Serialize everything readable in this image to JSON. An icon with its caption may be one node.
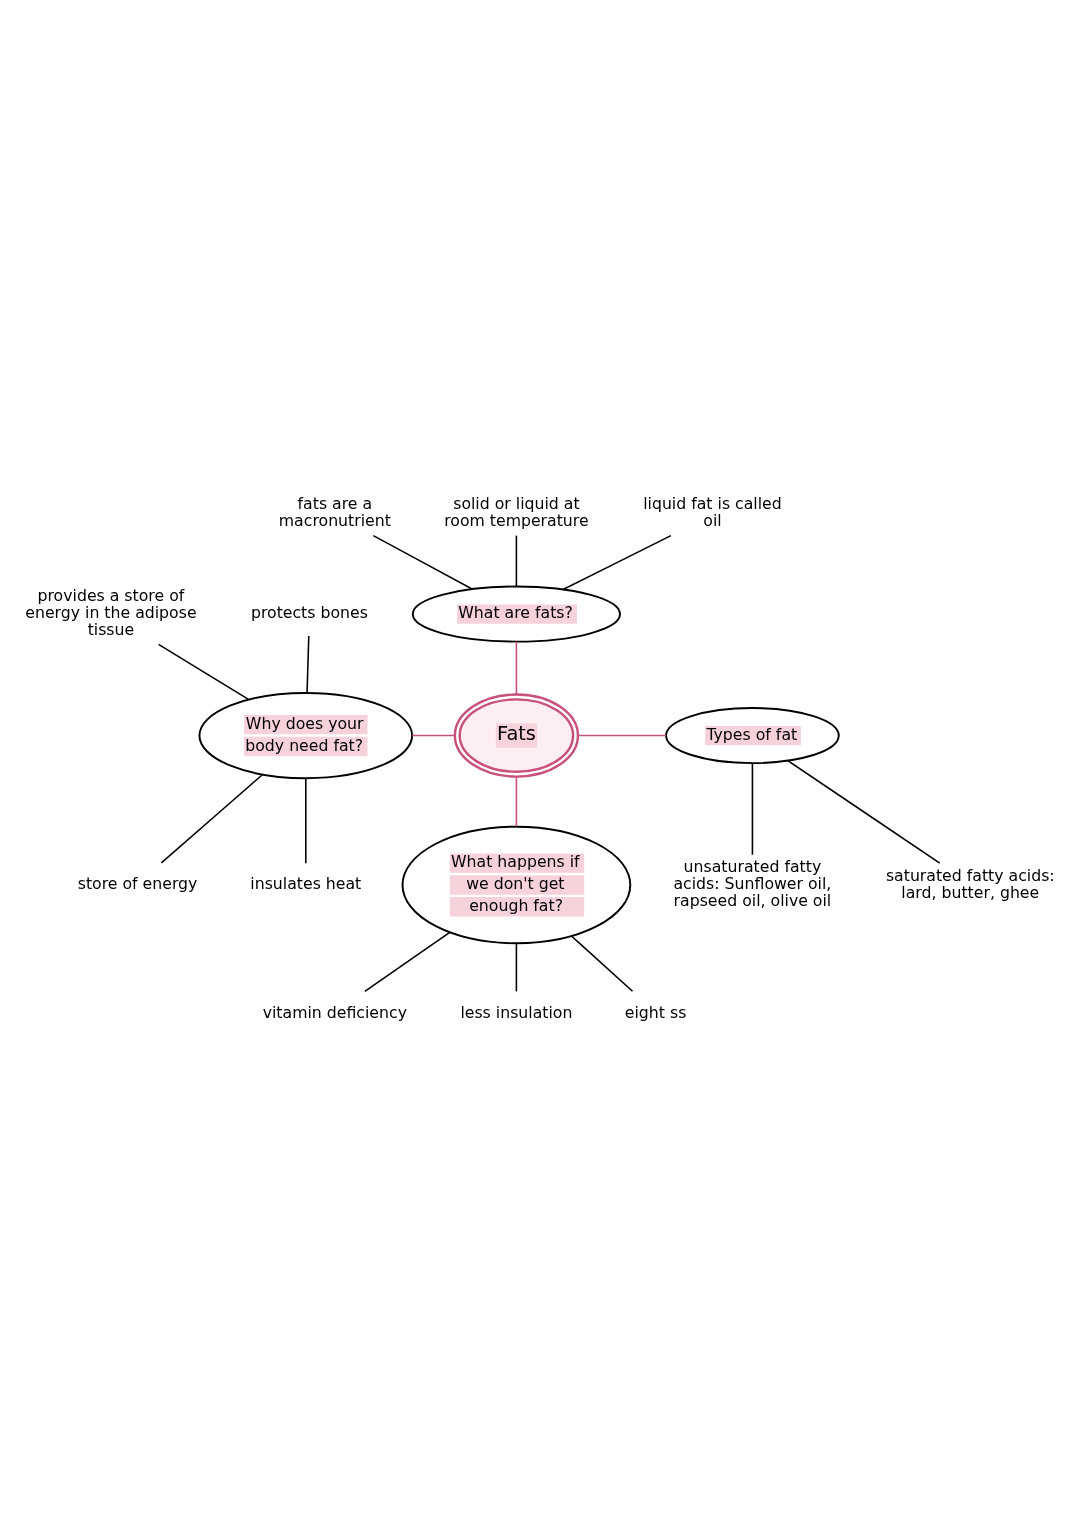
{
  "diagram": {
    "nodes": [
      {
        "text": [
          "Fats"
        ]
      },
      {
        "text": [
          "Why does your body need fat?"
        ]
      },
      {
        "text": [
          "What are fats?"
        ]
      },
      {
        "text": [
          "What happens if we don't get enough fat?"
        ]
      },
      {
        "text": [
          "Types of fat"
        ]
      },
      {
        "text": [
          "provides a store of energy in the adipose tissue"
        ]
      },
      {
        "text": [
          "protects bones"
        ]
      },
      {
        "text": [
          "store of energy"
        ]
      },
      {
        "text": [
          "insulates heat"
        ]
      },
      {
        "text": [
          "fats are a macronutrient"
        ]
      },
      {
        "text": [
          "solid or liquid at room temperature"
        ]
      },
      {
        "text": [
          "liquid fat is called oil"
        ]
      },
      {
        "text": [
          "vitamin deficiency"
        ]
      },
      {
        "text": [
          "less insulation"
        ]
      },
      {
        "text": [
          "eight ss"
        ]
      },
      {
        "text": [
          "saturated fatty acids: lard, butter, ghee"
        ]
      },
      {
        "text": [
          "unsaturated fatty acids: Sunflower oil, rapseed oil, olive oil"
        ]
      }
    ],
    "edges": [
      {
        "from": 0,
        "to": 1,
        "arrow": "none",
        "color": "#c8507a"
      },
      {
        "from": 0,
        "to": 2,
        "arrow": "none",
        "color": "#c8507a"
      },
      {
        "from": 0,
        "to": 3,
        "arrow": "none",
        "color": "#c8507a"
      },
      {
        "from": 0,
        "to": 4,
        "arrow": "none",
        "color": "#c8507a"
      },
      {
        "from": 1,
        "to": 5,
        "arrow": "none"
      },
      {
        "from": 1,
        "to": 6,
        "arrow": "none"
      },
      {
        "from": 1,
        "to": 7,
        "arrow": "none"
      },
      {
        "from": 1,
        "to": 8,
        "arrow": "none"
      },
      {
        "from": 2,
        "to": 9,
        "arrow": "none"
      },
      {
        "from": 2,
        "to": 10,
        "arrow": "none"
      },
      {
        "from": 2,
        "to": 11,
        "arrow": "none"
      },
      {
        "from": 3,
        "to": 12,
        "arrow": "none"
      },
      {
        "from": 3,
        "to": 13,
        "arrow": "none"
      },
      {
        "from": 3,
        "to": 14,
        "arrow": "none"
      },
      {
        "from": 4,
        "to": 15,
        "arrow": "none"
      },
      {
        "from": 4,
        "to": 16,
        "arrow": "none"
      }
    ]
  }
}
